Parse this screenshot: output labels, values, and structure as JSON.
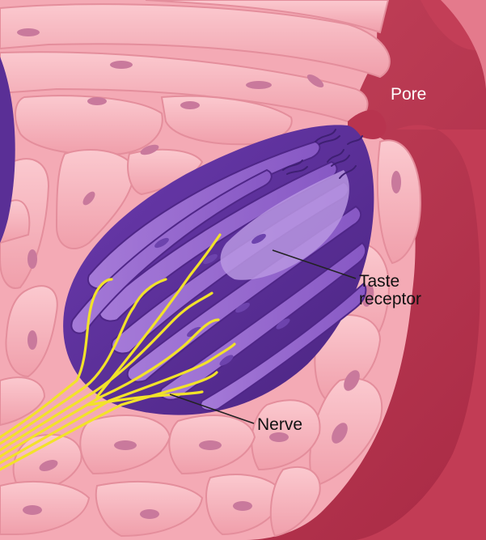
{
  "labels": {
    "pore": "Pore",
    "taste_line1": "Taste",
    "taste_line2": "receptor",
    "nerve": "Nerve"
  },
  "colors": {
    "tissue_dark": "#b8344f",
    "tissue_mid": "#d0556b",
    "epithelium_cell": "#f6b4bd",
    "epithelium_border": "#e48e9c",
    "cell_nucleus": "#c9799c",
    "taste_bud": "#5a2f96",
    "taste_cell": "#9b6ed0",
    "taste_cell_light": "#b896e2",
    "nerve": "#f2e22a",
    "leader_line": "#222222"
  },
  "icons": [
    "taste-bud-illustration"
  ]
}
